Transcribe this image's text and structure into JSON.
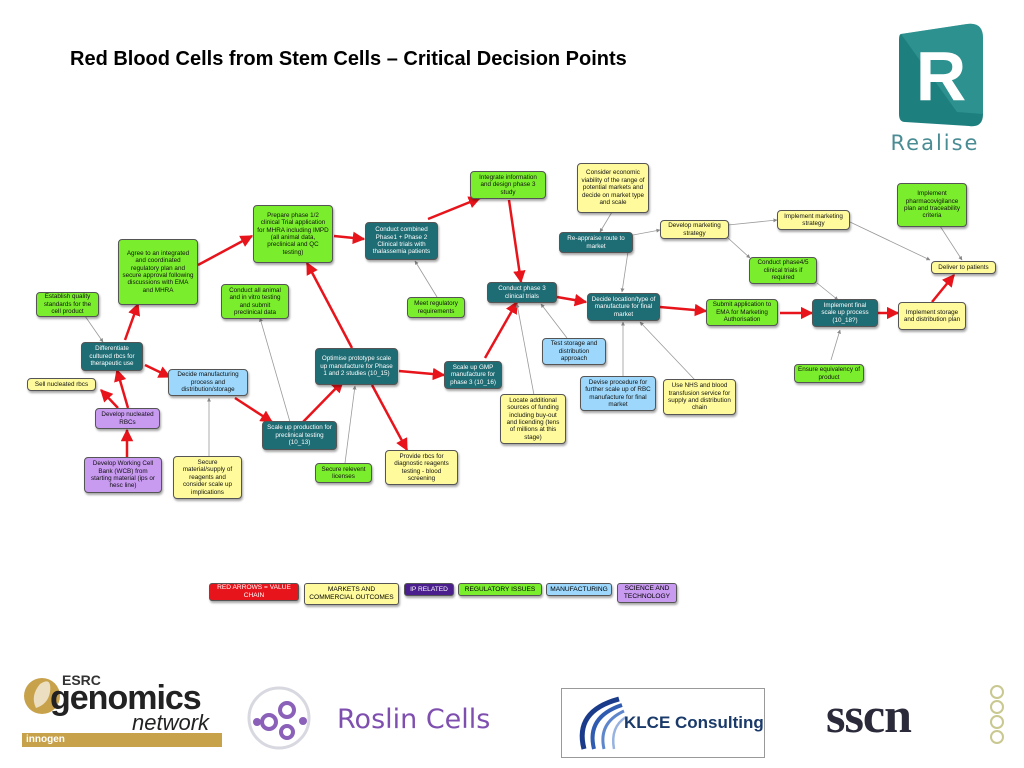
{
  "title": "Red Blood Cells from Stem Cells – Critical Decision Points",
  "colors": {
    "regulatory": "#7aee2c",
    "markets": "#fffb9c",
    "manufacturing": "#9dd8fc",
    "science": "#c89af0",
    "value_chain": "#1e6c74",
    "red_arrow": "#e8141b",
    "grey_line": "#9a9a9a"
  },
  "realise_logo": {
    "letter": "R",
    "word": "Realise"
  },
  "nodes": {
    "integrate": "Integrate information and design phase 3 study",
    "consider_econ": "Consider economic viability of the range of potential markets and decide on market type and scale",
    "implement_pharma": "Implement pharmacovigilance plan and traceability criteria",
    "prepare_phase": "Prepare phase 1/2 clinical Trial application for MHRA including IMPD (all animal data, preclinical and QC testing)",
    "conduct_combined": "Conduct combined Phase1 + Phase 2 Clinical trials with thalassemia patients",
    "develop_mkt": "Develop marketing strategy",
    "implement_mkt": "Implement marketing strategy",
    "agree": "Agree to an integrated and coordinated regulatory plan and secure approval following discussions with EMA and MHRA",
    "reappraise": "Re-appraise route to market",
    "conduct_phase45": "Conduct phase4/5 clinical trials if required",
    "deliver": "Deliver to patients",
    "establish": "Establish quality standards for the cell product",
    "conduct_animal": "Conduct all animal and in vitro testing and submit preclinical data",
    "conduct_phase3": "Conduct phase 3 clinical trials",
    "meet_reg": "Meet regulatory requirements",
    "decide_location": "Decide location/type of manufacture for final market",
    "submit_app": "Submit application to EMA for Marketing Authorisation",
    "implement_final": "Implement final scale up process (10_18?)",
    "implement_storage": "Implement storage and distribution plan",
    "differentiate": "Differentiate cultured rbcs for therapeutic use",
    "optimise": "Optimise prototype scale up manufacture for Phase 1 and 2 studies (10_15)",
    "test_storage": "Test storage and distribution approach",
    "scale_gmp": "Scale up GMP manufacture for phase 3 (10_16)",
    "ensure_equiv": "Ensure equivalency of product",
    "sell": "Sell nucleated rbcs",
    "decide_mfg": "Decide manufacturing process and distribution/storage",
    "devise": "Devise procedure for further scale up of RBC manufacture for final market",
    "use_nhs": "Use NHS and blood transfusion service for supply and distribution chain",
    "locate": "Locate additional sources of funding including buy-out and licending (tens of millions at this stage)",
    "develop_nucleated": "Develop nucleated RBCs",
    "scale_preclinical": "Scale up production for preclinical testing (10_13)",
    "provide": "Provide rbcs for diagnostic reagents testing - blood screening",
    "develop_wcb": "Develop Working Cell Bank (WCB) from starting material (ips or hesc line)",
    "secure_material": "Secure material/supply of reagents and consider scale up implications",
    "secure_licenses": "Secure relevent licenses"
  },
  "legend": {
    "red": "RED ARROWS = VALUE CHAIN",
    "markets": "MARKETS AND COMMERCIAL OUTCOMES",
    "ip": "IP RELATED",
    "regulatory": "REGULATORY ISSUES",
    "manufacturing": "MANUFACTURING",
    "science": "SCIENCE AND TECHNOLOGY"
  },
  "footer": {
    "esrc": "ESRC",
    "genomics": "genomics",
    "network": "network",
    "innogen": "innogen",
    "roslin": "Roslin Cells",
    "klce": "KLCE Consulting",
    "sscn": "sscn"
  }
}
